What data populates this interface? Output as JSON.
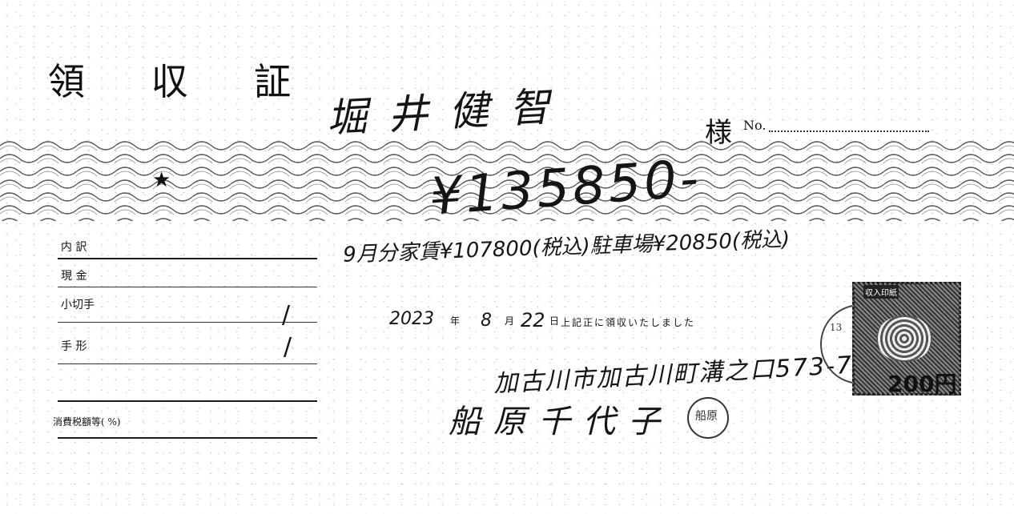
{
  "receipt": {
    "title": "領 収 証",
    "payee": "堀井健智",
    "honorific": "様",
    "no_label": "No.",
    "star": "★",
    "amount": "¥135850-",
    "breakdown": {
      "header": "内 訳",
      "rows": [
        {
          "label": "現 金",
          "mark": ""
        },
        {
          "label": "小切手",
          "mark": "/"
        },
        {
          "label": "手 形",
          "mark": "/"
        },
        {
          "label": "",
          "mark": ""
        },
        {
          "label": "消費税額等(  %)",
          "mark": ""
        }
      ]
    },
    "detail": "9月分家賃¥107800(税込)駐車場¥20850(税込)",
    "date": {
      "year": "2023",
      "nen": "年",
      "month": "8",
      "gatsu": "月",
      "day": "22",
      "nichi": "日"
    },
    "received_text": "上記正に領収いたしました",
    "address": "加古川市加古川町溝之口573-75",
    "issuer": "船原千代子",
    "seal_text": "船原",
    "postmark_number": "13",
    "stamp": {
      "top_text": "収入印紙",
      "value": "200円"
    }
  }
}
